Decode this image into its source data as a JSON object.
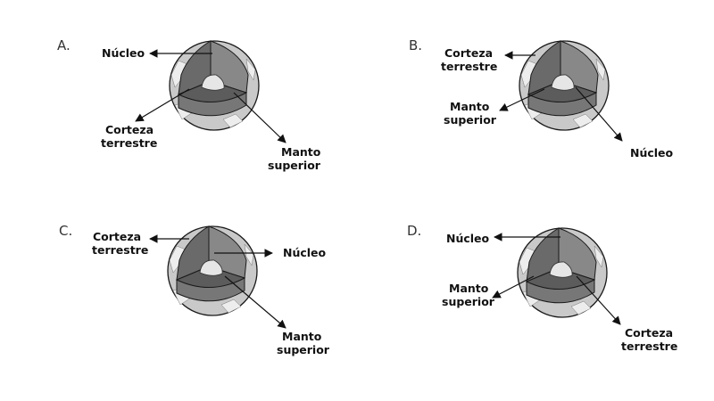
{
  "panels": [
    {
      "letter": "A.",
      "labels": {
        "top": [
          "Núcleo"
        ],
        "left": [
          "Corteza",
          "terrestre"
        ],
        "right": [
          "Manto",
          "superior"
        ]
      }
    },
    {
      "letter": "B.",
      "labels": {
        "top": [
          "Corteza",
          "terrestre"
        ],
        "left": [
          "Manto",
          "superior"
        ],
        "right": [
          "Núcleo"
        ]
      }
    },
    {
      "letter": "C.",
      "labels": {
        "top": [
          "Corteza",
          "terrestre"
        ],
        "mid": [
          "Núcleo"
        ],
        "right": [
          "Manto",
          "superior"
        ]
      }
    },
    {
      "letter": "D.",
      "labels": {
        "top": [
          "Núcleo"
        ],
        "left": [
          "Manto",
          "superior"
        ],
        "right": [
          "Corteza",
          "terrestre"
        ]
      }
    }
  ]
}
